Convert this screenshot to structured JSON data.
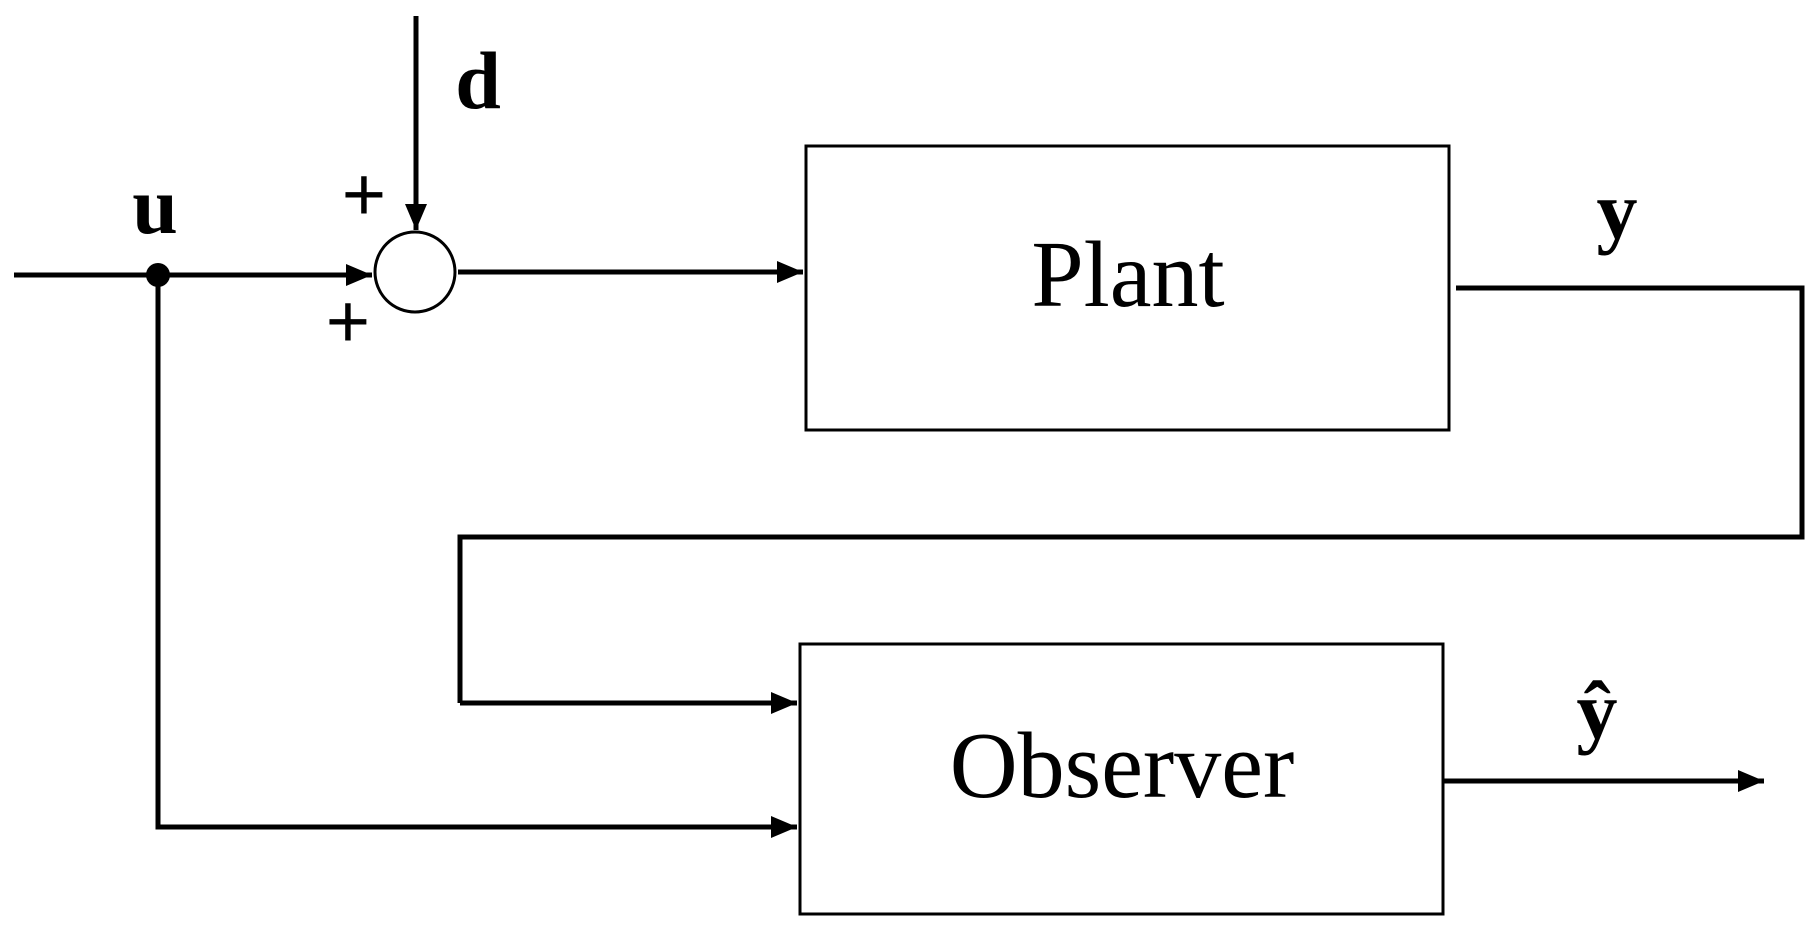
{
  "blocks": {
    "plant": "Plant",
    "observer": "Observer"
  },
  "signals": {
    "input": "u",
    "disturbance": "d",
    "output": "y",
    "estimate": "ŷ"
  },
  "summing_junction": {
    "top_sign": "+",
    "left_sign": "+"
  }
}
